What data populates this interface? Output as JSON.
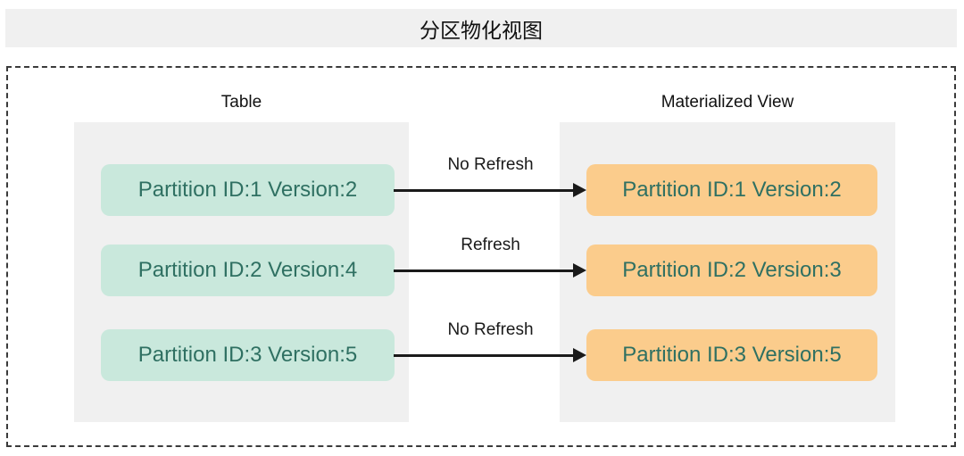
{
  "title": "分区物化视图",
  "table": {
    "header": "Table",
    "partitions": [
      {
        "label": "Partition ID:1 Version:2"
      },
      {
        "label": "Partition ID:2 Version:4"
      },
      {
        "label": "Partition ID:3 Version:5"
      }
    ]
  },
  "materialized_view": {
    "header": "Materialized View",
    "partitions": [
      {
        "label": "Partition ID:1 Version:2"
      },
      {
        "label": "Partition ID:2 Version:3"
      },
      {
        "label": "Partition ID:3 Version:5"
      }
    ]
  },
  "arrows": [
    {
      "label": "No Refresh"
    },
    {
      "label": "Refresh"
    },
    {
      "label": "No Refresh"
    }
  ],
  "colors": {
    "panel_background": "#f0f0f0",
    "table_partition_fill": "#c9e8dc",
    "view_partition_fill": "#fbcc8c",
    "partition_text": "#2f7062",
    "arrow": "#1a1a1a",
    "border_dash": "#3b3b3b",
    "heading_text": "#111111"
  }
}
